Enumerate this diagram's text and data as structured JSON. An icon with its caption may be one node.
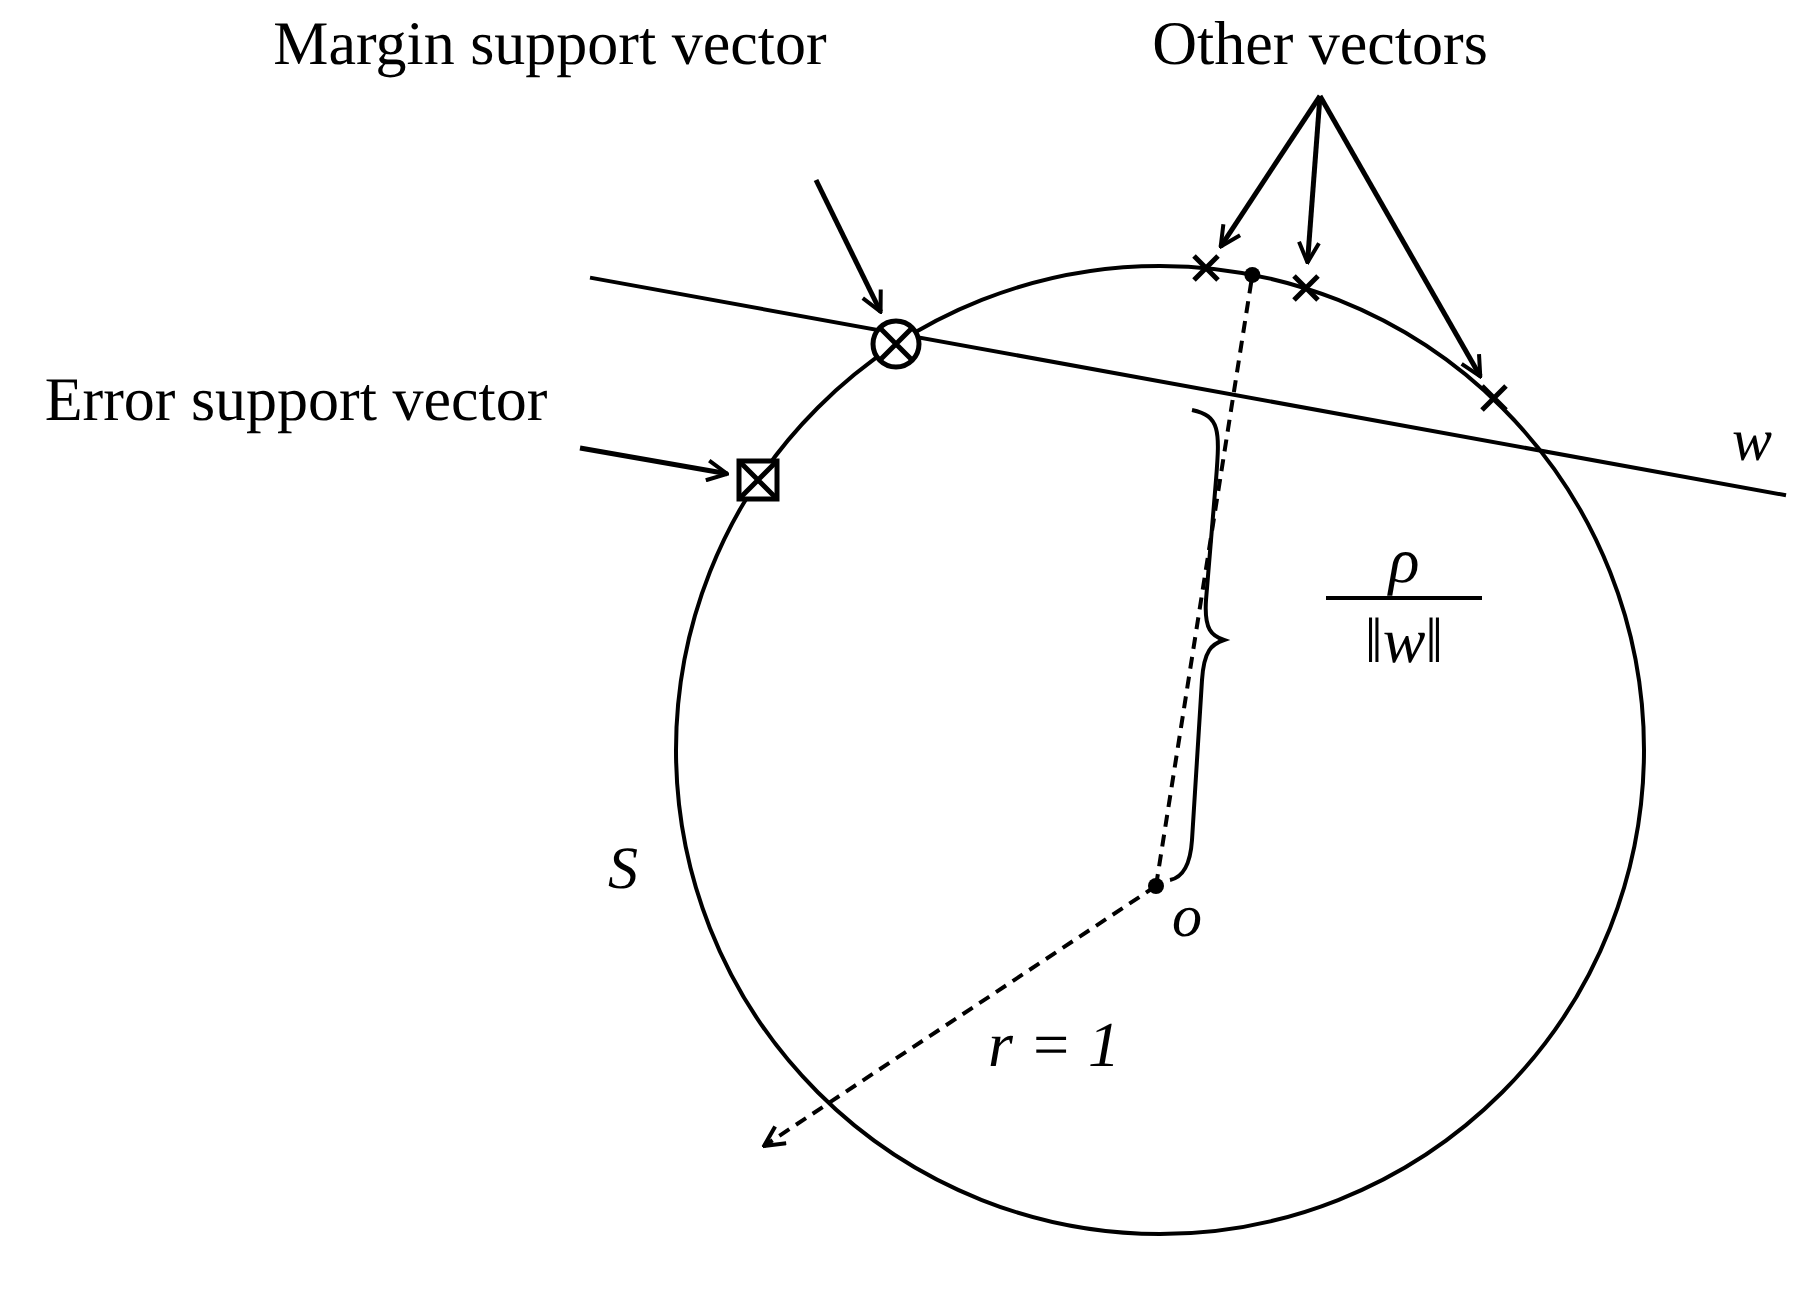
{
  "diagram": {
    "nodes": [
      {
        "text": [
          "Margin support vector"
        ]
      },
      {
        "text": [
          "Other vectors"
        ]
      },
      {
        "text": [
          "Error support vector"
        ]
      },
      {
        "text": [],
        "shape": "circle"
      },
      {
        "text": [],
        "shape": "box"
      },
      {
        "text": [],
        "shape": "cross"
      },
      {
        "text": [],
        "shape": "cross"
      },
      {
        "text": [],
        "shape": "cross"
      }
    ],
    "edges": [
      {
        "from": 0,
        "to": 3,
        "arrow": "to"
      },
      {
        "from": 1,
        "to": 5,
        "arrow": "to"
      },
      {
        "from": 1,
        "to": 6,
        "arrow": "to"
      },
      {
        "from": 1,
        "to": 7,
        "arrow": "to"
      },
      {
        "from": 2,
        "to": 4,
        "arrow": "to"
      }
    ],
    "labels": [
      "w",
      "ρ",
      "‖w‖",
      "o",
      "S",
      "r = 1"
    ]
  }
}
